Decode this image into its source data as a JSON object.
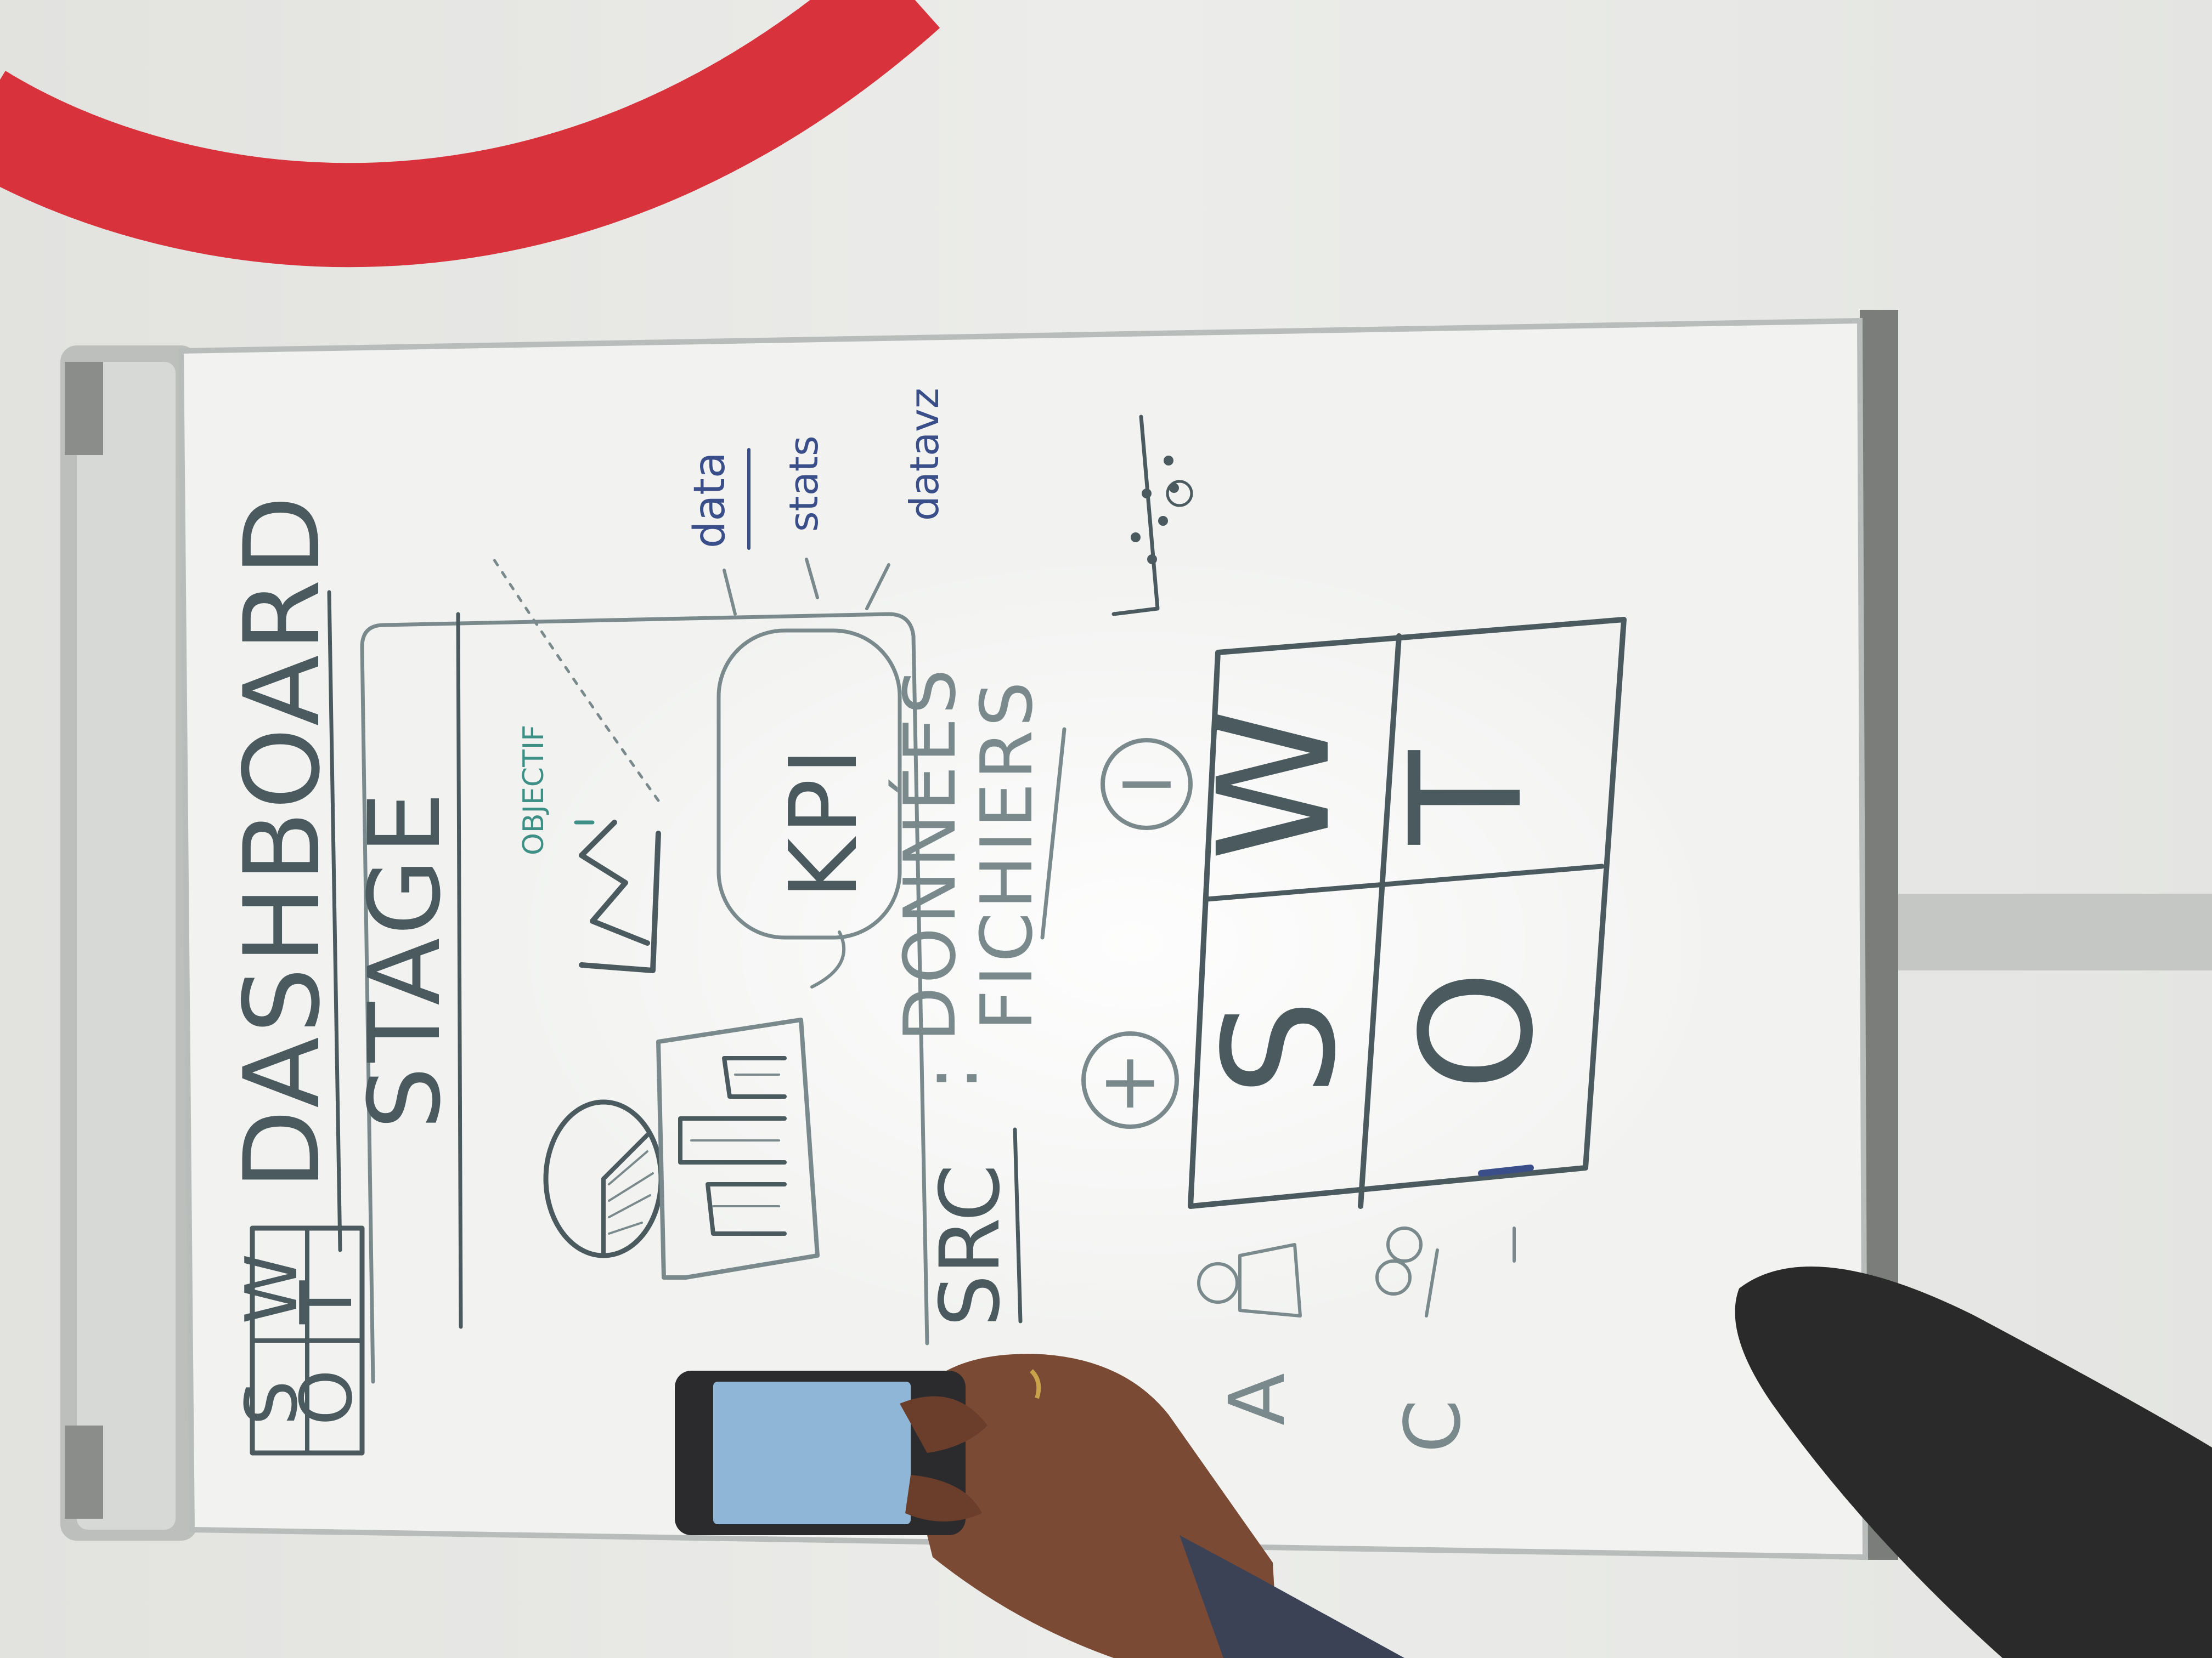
{
  "whiteboard": {
    "swot_small": {
      "s": "S",
      "w": "W",
      "o": "O",
      "t": "T"
    },
    "title": "DASHBOARD",
    "stage_label": "STAGE",
    "objective_label": "OBJECTIF",
    "kpi_label": "KPI",
    "kpi_branches": [
      "data",
      "stats",
      "datavz"
    ],
    "src_label": "SRC",
    "sources": [
      "DONNÉES",
      "FICHIERS"
    ],
    "plus_symbol": "+",
    "minus_symbol": "−",
    "swot_grid": {
      "s": "S",
      "w": "W",
      "o": "O",
      "t": "T"
    },
    "people_labels": [
      "A",
      "C"
    ]
  },
  "colors": {
    "wall": "#e6e6e4",
    "red_logo": "#d8323c",
    "board_surface": "#f2f3f1",
    "frame": "#c9cccb",
    "ink_dark": "#4a5a5e",
    "ink_blue": "#3a4f8a",
    "ink_green": "#3e8f86",
    "phone_screen": "#8fb6d6",
    "skin": "#7a4a34",
    "dark_object": "#2a2a2a"
  },
  "icons": {
    "phone": "smartphone",
    "hand": "hand",
    "pie_chart": "pie-chart-sketch",
    "bar_chart": "bar-chart-sketch",
    "line_chart": "line-chart-sketch",
    "scatter": "scatter-plot-sketch",
    "people": "person-sketch"
  }
}
